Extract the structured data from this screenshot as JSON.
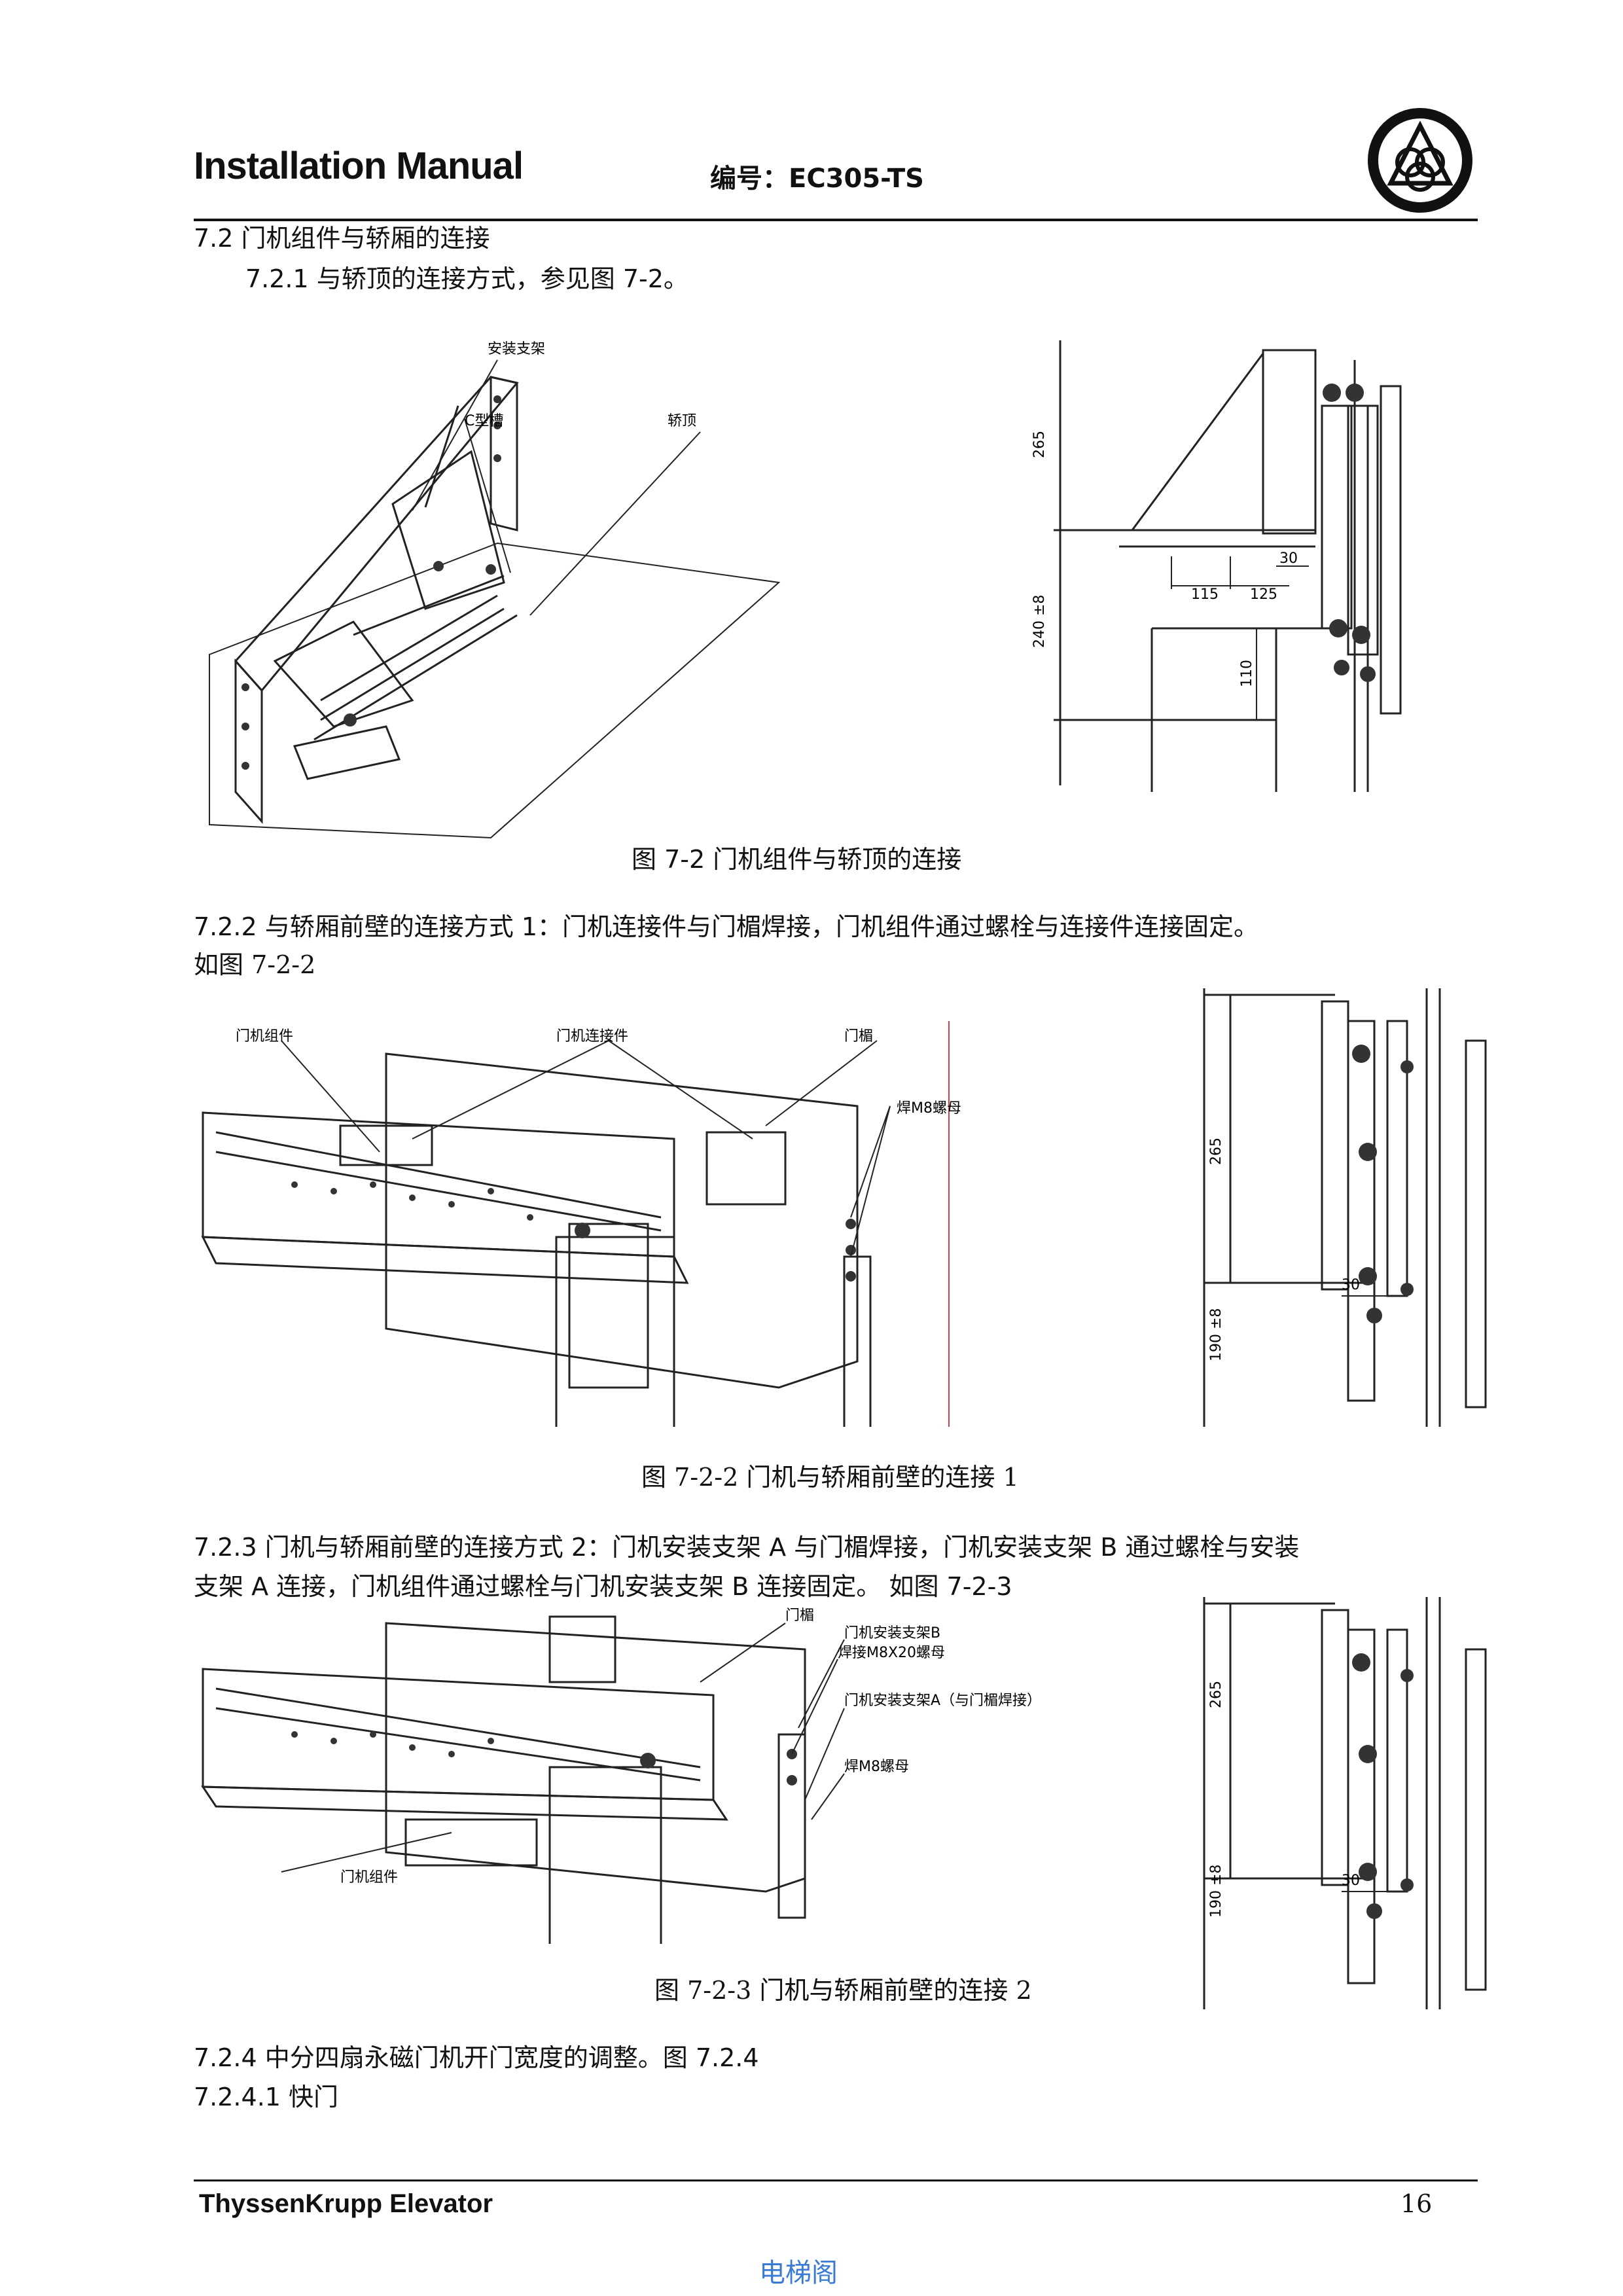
{
  "header": {
    "title": "Installation Manual",
    "doc_code": "编号：EC305-TS"
  },
  "section": {
    "heading": "7.2  门机组件与轿厢的连接",
    "s721": "7.2.1 与轿顶的连接方式，参见图 7-2。",
    "s722_line1": "7.2.2 与轿厢前壁的连接方式 1：门机连接件与门楣焊接，门机组件通过螺栓与连接件连接固定。",
    "s722_line2": "如图 7-2-2",
    "s723_line1": "7.2.3  门机与轿厢前壁的连接方式 2：门机安装支架 A 与门楣焊接，门机安装支架 B 通过螺栓与安装",
    "s723_line2": "支架 A 连接，门机组件通过螺栓与门机安装支架 B 连接固定。 如图 7-2-3",
    "s724": "7.2.4 中分四扇永磁门机开门宽度的调整。图 7.2.4",
    "s7241": "7.2.4.1 快门"
  },
  "figures": {
    "fig1": {
      "caption": "图 7-2   门机组件与轿顶的连接",
      "labels": {
        "bracket": "安装支架",
        "cchannel": "C型槽",
        "cartop": "轿顶"
      },
      "dims": {
        "d265": "265",
        "d240": "240 ±8",
        "d110": "110",
        "d30": "30",
        "d115": "115",
        "d125": "125"
      }
    },
    "fig2": {
      "caption": "图 7-2-2   门机与轿厢前壁的连接 1",
      "labels": {
        "assembly": "门机组件",
        "connector": "门机连接件",
        "lintel": "门楣",
        "nut": "焊M8螺母"
      },
      "dims": {
        "d265": "265",
        "d190": "190 ±8",
        "d30": "30"
      }
    },
    "fig3": {
      "caption": "图 7-2-3  门机与轿厢前壁的连接 2",
      "labels": {
        "lintel": "门楣",
        "bracketB": "门机安装支架B",
        "weldnut": "焊接M8X20螺母",
        "bracketA": "门机安装支架A（与门楣焊接）",
        "nut": "焊M8螺母",
        "assembly": "门机组件"
      },
      "dims": {
        "d265": "265",
        "d190": "190 ±8",
        "d30": "30"
      }
    }
  },
  "footer": {
    "company": "ThyssenKrupp Elevator",
    "page": "16",
    "watermark": "电梯阁"
  }
}
